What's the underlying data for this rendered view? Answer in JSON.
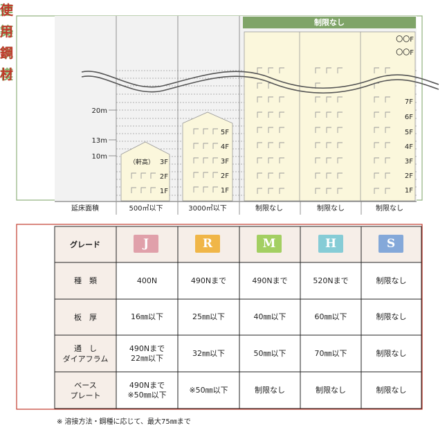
{
  "top_section": {
    "title_chars": [
      "建",
      "築",
      "規",
      "模"
    ],
    "no_limit_banner": "制限なし",
    "height_marks": [
      "20m",
      "13m",
      "10m"
    ],
    "floor_area_header": "延床面積",
    "floor_area": [
      "500㎡以下",
      "3000㎡以下",
      "制限なし",
      "制限なし",
      "制限なし"
    ],
    "eave_note": "（軒高）",
    "floors_j": [
      "3F",
      "2F",
      "1F"
    ],
    "floors_r": [
      "5F",
      "4F",
      "3F",
      "2F",
      "1F"
    ],
    "floors_tall": [
      "7F",
      "6F",
      "5F",
      "4F",
      "3F",
      "2F",
      "1F"
    ],
    "top_floors": [
      "〇〇F",
      "〇〇F"
    ]
  },
  "bottom_section": {
    "title_chars": [
      "使",
      "用",
      "鋼",
      "材"
    ],
    "grade_header": "グレード",
    "grades": [
      {
        "letter": "J",
        "color": "#e0a0aa"
      },
      {
        "letter": "R",
        "color": "#f0b648"
      },
      {
        "letter": "M",
        "color": "#a3cf62"
      },
      {
        "letter": "H",
        "color": "#86ccd6"
      },
      {
        "letter": "S",
        "color": "#84a8d9"
      }
    ],
    "rows": [
      {
        "head": [
          "種　類"
        ],
        "cells": [
          [
            "400N"
          ],
          [
            "490Nまで"
          ],
          [
            "490Nまで"
          ],
          [
            "520Nまで"
          ],
          [
            "制限なし"
          ]
        ]
      },
      {
        "head": [
          "板　厚"
        ],
        "cells": [
          [
            "16㎜以下"
          ],
          [
            "25㎜以下"
          ],
          [
            "40㎜以下"
          ],
          [
            "60㎜以下"
          ],
          [
            "制限なし"
          ]
        ]
      },
      {
        "head": [
          "通　し",
          "ダイアフラム"
        ],
        "cells": [
          [
            "490Nまで",
            "22㎜以下"
          ],
          [
            "32㎜以下"
          ],
          [
            "50㎜以下"
          ],
          [
            "70㎜以下"
          ],
          [
            "制限なし"
          ]
        ]
      },
      {
        "head": [
          "ベース",
          "プレート"
        ],
        "cells": [
          [
            "490Nまで",
            "※50㎜以下"
          ],
          [
            "※50㎜以下"
          ],
          [
            "制限なし"
          ],
          [
            "制限なし"
          ],
          [
            "制限なし"
          ]
        ]
      }
    ]
  },
  "footnote": "※ 溶接方法・鋼種に応じて、最大75㎜まで",
  "colors": {
    "green_frame": "#8fb07c",
    "green_banner": "#7fa468",
    "green_text": "#86b06a",
    "red_frame": "#c0392b",
    "red_text": "#c0392b",
    "building_fill": "#fbf7dc",
    "grid_bg": "#f2f2f2",
    "table_bg": "#f6eee8"
  }
}
